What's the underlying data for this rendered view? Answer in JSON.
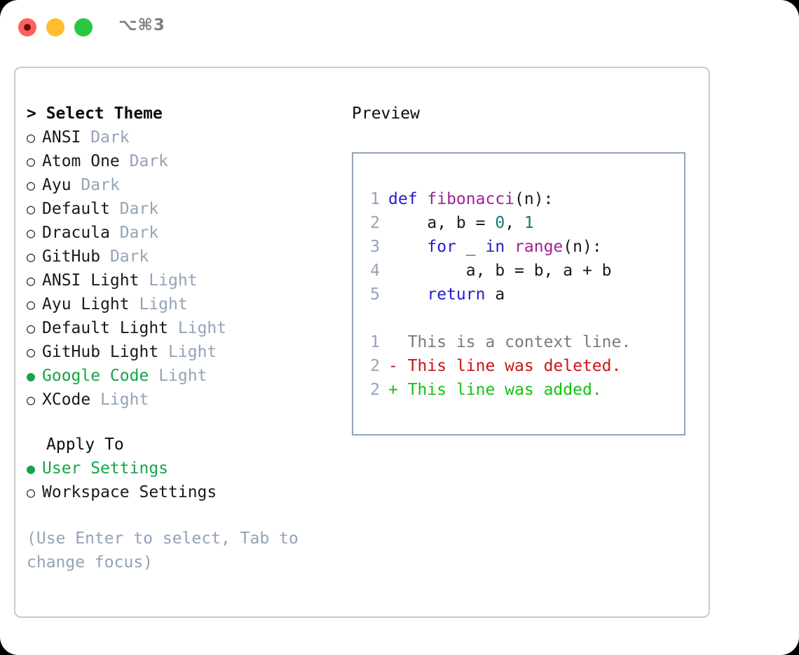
{
  "window": {
    "title_shortcut": "⌥⌘3",
    "traffic_lights": [
      {
        "name": "close",
        "color": "#ff6159"
      },
      {
        "name": "minimize",
        "color": "#ffbe2f"
      },
      {
        "name": "maximize",
        "color": "#28c941"
      }
    ]
  },
  "theme_selector": {
    "header": "> Select Theme",
    "items": [
      {
        "marker": "○",
        "name": "ANSI",
        "kind": "Dark",
        "selected": false
      },
      {
        "marker": "○",
        "name": "Atom One",
        "kind": "Dark",
        "selected": false
      },
      {
        "marker": "○",
        "name": "Ayu",
        "kind": "Dark",
        "selected": false
      },
      {
        "marker": "○",
        "name": "Default",
        "kind": "Dark",
        "selected": false
      },
      {
        "marker": "○",
        "name": "Dracula",
        "kind": "Dark",
        "selected": false
      },
      {
        "marker": "○",
        "name": "GitHub",
        "kind": "Dark",
        "selected": false
      },
      {
        "marker": "○",
        "name": "ANSI Light",
        "kind": "Light",
        "selected": false
      },
      {
        "marker": "○",
        "name": "Ayu Light",
        "kind": "Light",
        "selected": false
      },
      {
        "marker": "○",
        "name": "Default Light",
        "kind": "Light",
        "selected": false
      },
      {
        "marker": "○",
        "name": "GitHub Light",
        "kind": "Light",
        "selected": false
      },
      {
        "marker": "●",
        "name": "Google Code",
        "kind": "Light",
        "selected": true
      },
      {
        "marker": "○",
        "name": "XCode",
        "kind": "Light",
        "selected": false
      }
    ]
  },
  "apply_to": {
    "title": "Apply To",
    "options": [
      {
        "marker": "●",
        "label": "User Settings",
        "selected": true
      },
      {
        "marker": "○",
        "label": "Workspace Settings",
        "selected": false
      }
    ]
  },
  "hint": "(Use Enter to select, Tab to change focus)",
  "preview": {
    "title": "Preview",
    "code_lines": [
      {
        "no": "1",
        "tokens": [
          {
            "t": "def ",
            "c": "kw"
          },
          {
            "t": "fibonacci",
            "c": "fn"
          },
          {
            "t": "(n):",
            "c": "punc"
          }
        ]
      },
      {
        "no": "2",
        "tokens": [
          {
            "t": "    a, b = ",
            "c": "punc"
          },
          {
            "t": "0",
            "c": "num"
          },
          {
            "t": ", ",
            "c": "punc"
          },
          {
            "t": "1",
            "c": "num"
          }
        ]
      },
      {
        "no": "3",
        "tokens": [
          {
            "t": "    ",
            "c": "punc"
          },
          {
            "t": "for",
            "c": "kw"
          },
          {
            "t": " _ ",
            "c": "punc"
          },
          {
            "t": "in",
            "c": "kw"
          },
          {
            "t": " ",
            "c": "punc"
          },
          {
            "t": "range",
            "c": "fn"
          },
          {
            "t": "(n):",
            "c": "punc"
          }
        ]
      },
      {
        "no": "4",
        "tokens": [
          {
            "t": "        a, b = b, a + b",
            "c": "punc"
          }
        ]
      },
      {
        "no": "5",
        "tokens": [
          {
            "t": "    ",
            "c": "punc"
          },
          {
            "t": "return",
            "c": "kw"
          },
          {
            "t": " a",
            "c": "punc"
          }
        ]
      }
    ],
    "diff_lines": [
      {
        "no": "1",
        "marker": " ",
        "text": " This is a context line.",
        "kind": "ctx"
      },
      {
        "no": "2",
        "marker": "-",
        "text": " This line was deleted.",
        "kind": "del"
      },
      {
        "no": "2",
        "marker": "+",
        "text": " This line was added.",
        "kind": "add"
      }
    ]
  },
  "colors": {
    "accent_green": "#16a34a",
    "muted": "#94a3b8",
    "keyword": "#2020cc",
    "function": "#a0219a",
    "number": "#0f7a73",
    "diff_deleted": "#cc1414",
    "diff_added": "#12c312",
    "panel_border": "#c3cad6",
    "preview_border": "#94a3b8"
  }
}
